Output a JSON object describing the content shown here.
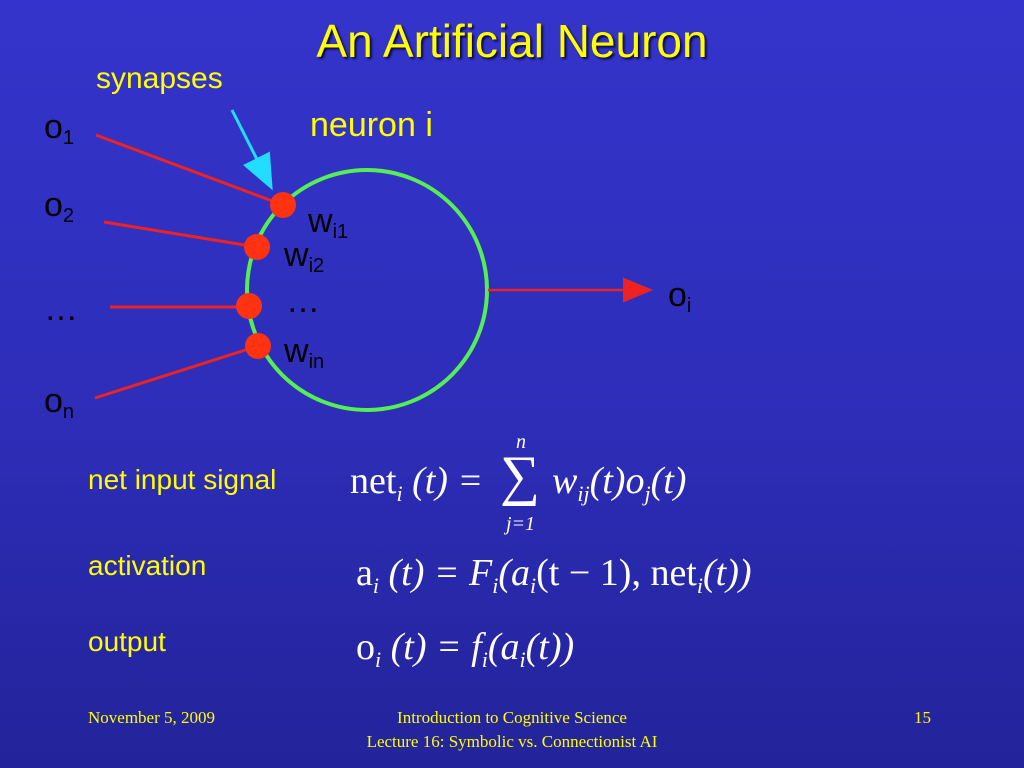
{
  "slide": {
    "title": "An Artificial Neuron",
    "synapses_label": "synapses",
    "neuron_label": "neuron i",
    "inputs": [
      {
        "main": "o",
        "sub": "1"
      },
      {
        "main": "o",
        "sub": "2"
      },
      {
        "main": "…",
        "sub": ""
      },
      {
        "main": "o",
        "sub": "n"
      }
    ],
    "weights": [
      {
        "main": "w",
        "sub": "i1"
      },
      {
        "main": "w",
        "sub": "i2"
      },
      {
        "main": "…",
        "sub": ""
      },
      {
        "main": "w",
        "sub": "in"
      }
    ],
    "output": {
      "main": "o",
      "sub": "i"
    },
    "colors": {
      "title": "#ffff00",
      "neuron_circle": "#55ee55",
      "synapse_dot": "#ff3311",
      "input_line": "#ee2222",
      "synapse_arrow": "#22ddff"
    }
  },
  "formulas": {
    "net_input_label": "net input signal",
    "activation_label": "activation",
    "output_label": "output",
    "net": {
      "lhs": "net",
      "lhs_sub": "i",
      "arg": "(t) =",
      "sum_top": "n",
      "sum_symbol": "∑",
      "sum_bottom": "j=1",
      "rhs_w": "w",
      "rhs_w_sub": "ij",
      "rhs_mid": "(t)o",
      "rhs_o_sub": "j",
      "rhs_end": "(t)"
    },
    "activation": {
      "lhs": "a",
      "lhs_sub": "i",
      "eq": "(t) =",
      "F": "F",
      "F_sub": "i",
      "open": "(a",
      "a_sub": "i",
      "mid": "(t − 1), net",
      "net_sub": "i",
      "end": "(t))"
    },
    "output": {
      "lhs": "o",
      "lhs_sub": "i",
      "eq": "(t) =",
      "f": "f",
      "f_sub": "i",
      "open": "(a",
      "a_sub": "i",
      "end": "(t))"
    }
  },
  "footer": {
    "date": "November 5, 2009",
    "course": "Introduction to Cognitive Science",
    "lecture": "Lecture 16: Symbolic vs. Connectionist AI",
    "page": "15"
  }
}
